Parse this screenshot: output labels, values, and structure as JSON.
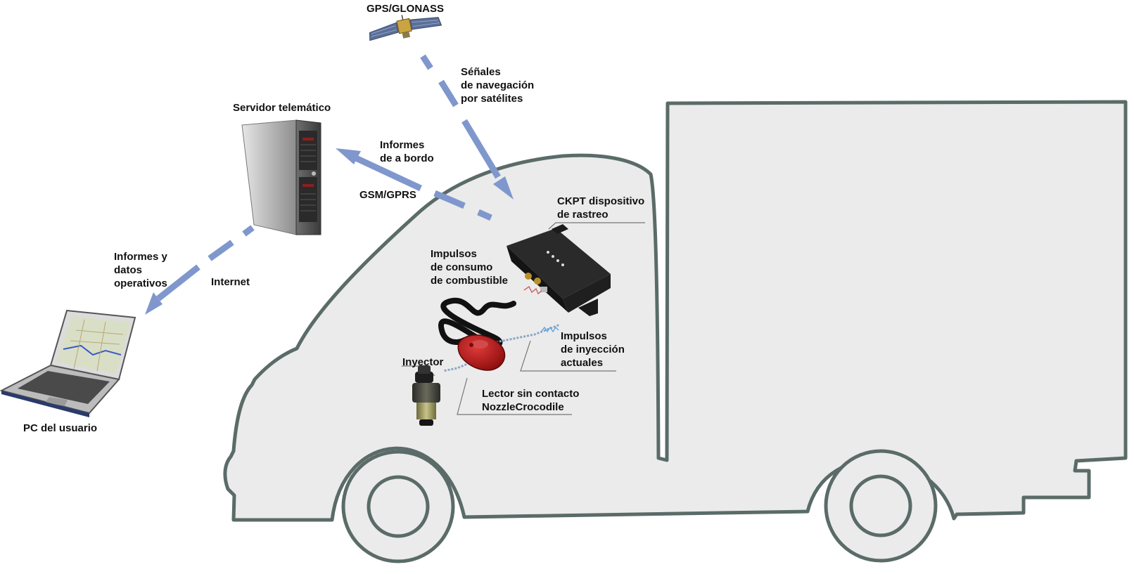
{
  "colors": {
    "truck_fill": "#ebebeb",
    "truck_outline": "#5a6b68",
    "arrow": "#7f97cc",
    "leader_line": "#777777",
    "sensor_red": "#b81818",
    "device_black": "#1c1c1c"
  },
  "icons": {
    "satellite": "satellite-icon",
    "server": "server-icon",
    "laptop": "laptop-icon",
    "tracker": "tracker-device-icon",
    "sensor": "nozzle-sensor-icon",
    "injector": "injector-icon"
  },
  "labels": {
    "gps": "GPS/GLONASS",
    "nav_signals": [
      "Séñales",
      "de navegación",
      "por satélites"
    ],
    "server": "Servidor telemático",
    "onboard_reports": [
      "Informes",
      "de a bordo"
    ],
    "gsm": "GSM/GPRS",
    "tracker": [
      "CKPT dispositivo",
      "de rastreo"
    ],
    "fuel_pulses": [
      "Impulsos",
      "de consumo",
      "de combustible"
    ],
    "injection_pulses": [
      "Impulsos",
      "de inyección",
      "actuales"
    ],
    "injector": "Inyector",
    "reader": [
      "Lector sin contacto",
      "NozzleCrocodile"
    ],
    "op_reports": [
      "Informes y",
      "datos",
      "operativos"
    ],
    "internet": "Internet",
    "user_pc": "PC del usuario"
  }
}
